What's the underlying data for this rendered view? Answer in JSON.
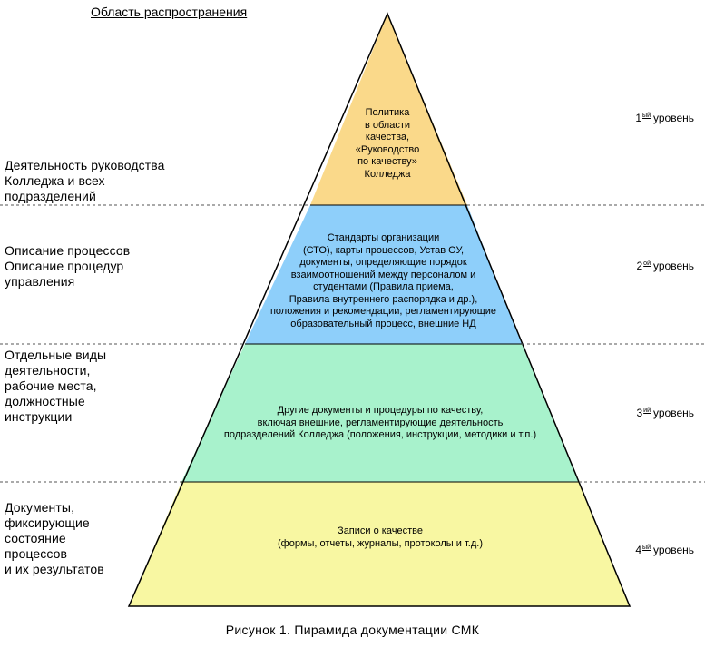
{
  "header": {
    "scope_label": "Область распространения"
  },
  "tiers": [
    {
      "left_label": "Деятельность руководства\nКолледжа и всех\nподразделений",
      "content": "Политика\nв области\nкачества,\n«Руководство\nпо качеству»\nКолледжа",
      "level_num": "1",
      "level_sup": "ый",
      "level_word": "уровень",
      "color": "#FAD98A"
    },
    {
      "left_label": "Описание процессов\nОписание процедур\nуправления",
      "content": "Стандарты организации\n(СТО), карты процессов, Устав ОУ,\nдокументы, определяющие порядок\nвзаимоотношений между персоналом и\nстудентами (Правила приема,\nПравила внутреннего распорядка и др.),\nположения и рекомендации, регламентирующие\nобразовательный процесс, внешние НД",
      "level_num": "2",
      "level_sup": "ой",
      "level_word": "уровень",
      "color": "#8ECFFA"
    },
    {
      "left_label": "Отдельные виды\nдеятельности,\nрабочие места,\nдолжностные\nинструкции",
      "content": "Другие документы и процедуры по качеству,\nвключая внешние, регламентирующие деятельность\nподразделений Колледжа (положения, инструкции, методики и т.п.)",
      "level_num": "3",
      "level_sup": "ий",
      "level_word": "уровень",
      "color": "#A8F2CC"
    },
    {
      "left_label": "Документы,\nфиксирующие\nсостояние\nпроцессов\nи их результатов",
      "content": "Записи  о качестве\n(формы, отчеты, журналы, протоколы и т.д.)",
      "level_num": "4",
      "level_sup": "ый",
      "level_word": "уровень",
      "color": "#F8F7A2"
    }
  ],
  "caption": "Рисунок 1. Пирамида документации СМК"
}
